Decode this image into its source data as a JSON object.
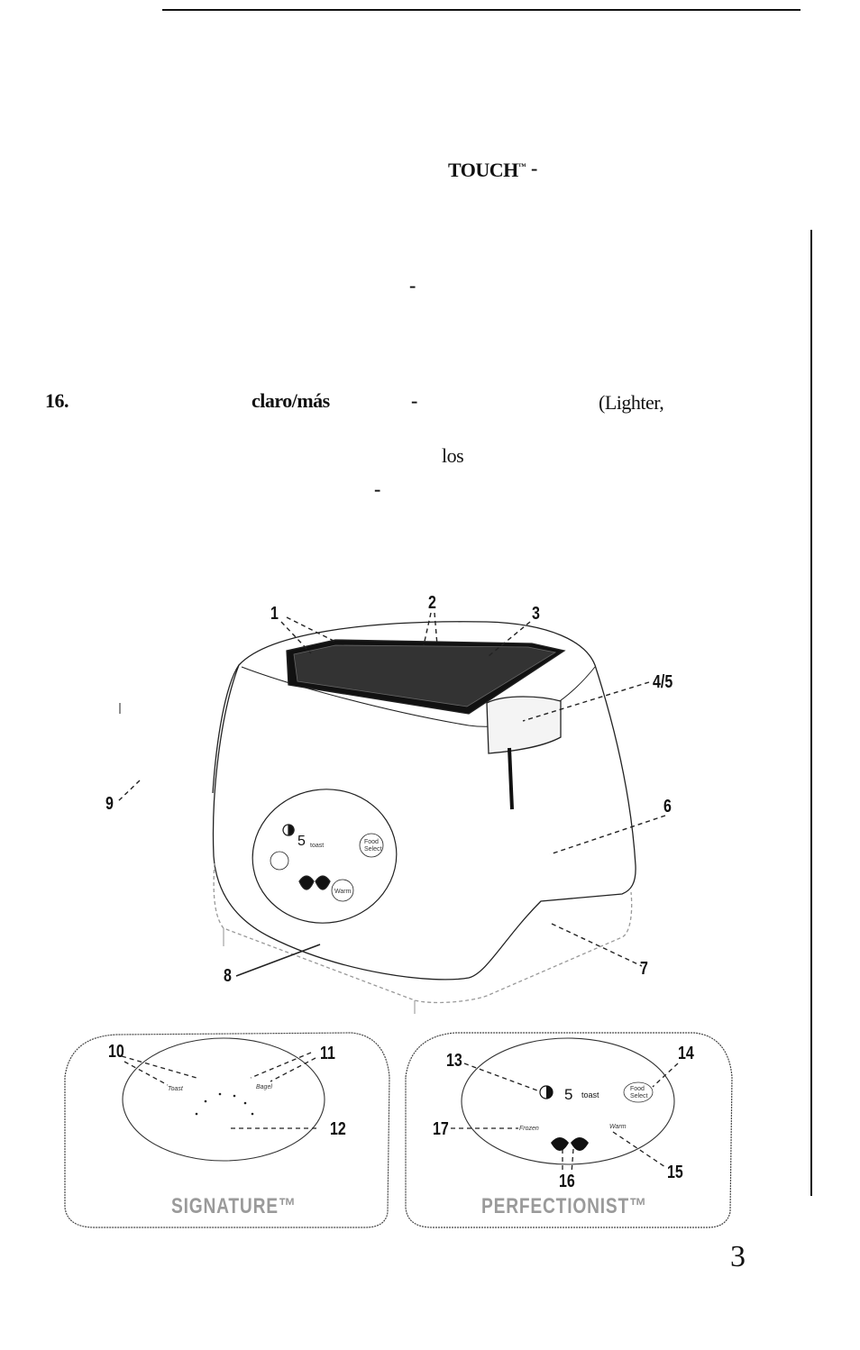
{
  "text": {
    "touch": "TOUCH",
    "tm": "™",
    "dash": "-",
    "item16_num": "16.",
    "claro_mas": "claro/más",
    "lighter": "(Lighter,",
    "los": "los"
  },
  "callouts": [
    "1",
    "2",
    "3",
    "4/5",
    "6",
    "7",
    "8",
    "9",
    "10",
    "11",
    "12",
    "13",
    "14",
    "15",
    "16",
    "17"
  ],
  "panels": {
    "signature": {
      "title": "SIGNATURE™",
      "labels": {
        "toast": "Toast",
        "bagel": "Bagel"
      }
    },
    "perfectionist": {
      "title": "PERFECTIONIST™",
      "display_digit": "5",
      "display_text": "toast",
      "food_select": [
        "Food",
        "Select"
      ],
      "frozen": "Frozen",
      "warm": "Warm"
    }
  },
  "toaster_panel": {
    "display_digit": "5",
    "display_text": "toast",
    "food_select": [
      "Food",
      "Select"
    ],
    "warm": "Warm"
  },
  "page_number": "3"
}
